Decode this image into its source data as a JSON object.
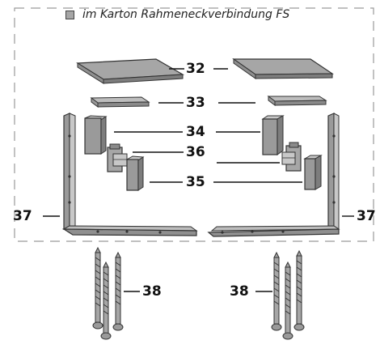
{
  "legend": {
    "text": "im Karton Rahmeneckverbindung FS",
    "swatch_color": "#a6a6a6"
  },
  "callouts": {
    "c32": "32",
    "c33": "33",
    "c34": "34",
    "c35": "35",
    "c36": "36",
    "c37_left": "37",
    "c37_right": "37",
    "c38_right": "38",
    "c38_left": "38"
  },
  "colors": {
    "part_fill": "#a6a6a6",
    "part_dark": "#7d7d7d",
    "part_light": "#d2d2d2",
    "outline": "#333333",
    "carton_border": "#9a9a9a"
  }
}
